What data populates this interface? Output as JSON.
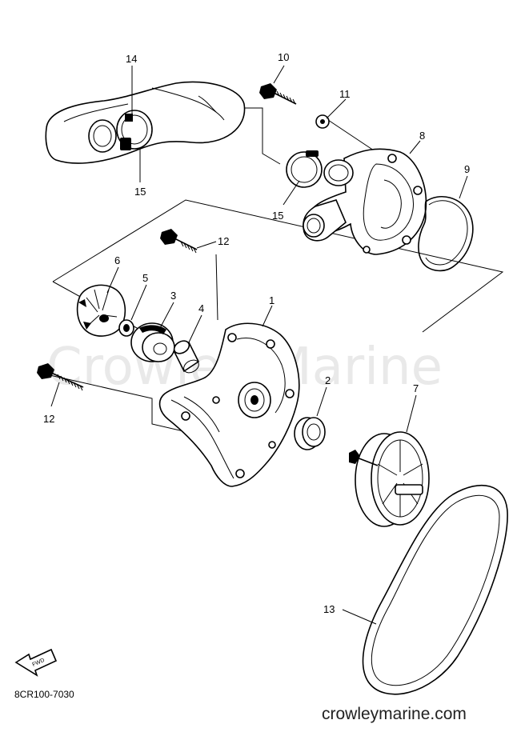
{
  "watermark": "Crowley Marine",
  "part_code": "8CR100-7030",
  "site_url": "crowleymarine.com",
  "fwd_label": "FWD",
  "callouts": {
    "p1": "1",
    "p2": "2",
    "p3": "3",
    "p4": "4",
    "p5": "5",
    "p6": "6",
    "p7": "7",
    "p8": "8",
    "p9": "9",
    "p10": "10",
    "p11": "11",
    "p12a": "12",
    "p12b": "12",
    "p13": "13",
    "p14": "14",
    "p15a": "15",
    "p15b": "15"
  }
}
